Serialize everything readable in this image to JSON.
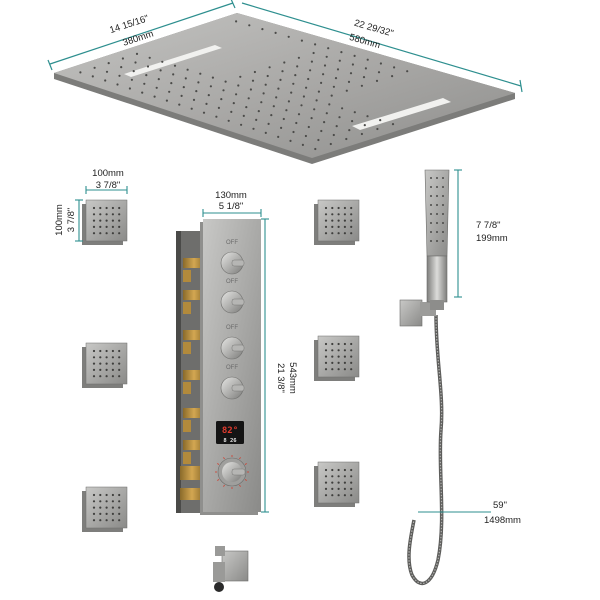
{
  "dimensions": {
    "ceiling_width_in": "14 15/16\"",
    "ceiling_width_mm": "380mm",
    "ceiling_length_in": "22 29/32\"",
    "ceiling_length_mm": "580mm",
    "jet_width_mm": "100mm",
    "jet_width_in": "3 7/8\"",
    "jet_height_mm": "100mm",
    "jet_height_in": "3 7/8\"",
    "panel_width_mm": "130mm",
    "panel_width_in": "5 1/8\"",
    "panel_height_mm": "543mm",
    "panel_height_in": "21 3/8\"",
    "handheld_in": "7 7/8\"",
    "handheld_mm": "199mm",
    "hose_in": "59\"",
    "hose_mm": "1498mm"
  },
  "panel": {
    "off_labels": [
      "OFF",
      "OFF",
      "OFF",
      "OFF"
    ],
    "display_temp": "82°",
    "display_sub": "8 26"
  },
  "colors": {
    "dimension_line": "#2e8f8f",
    "brushed_nickel": "#a9a9a7",
    "display_temp": "#e23b2e",
    "display_sub": "#e8e8e8"
  }
}
